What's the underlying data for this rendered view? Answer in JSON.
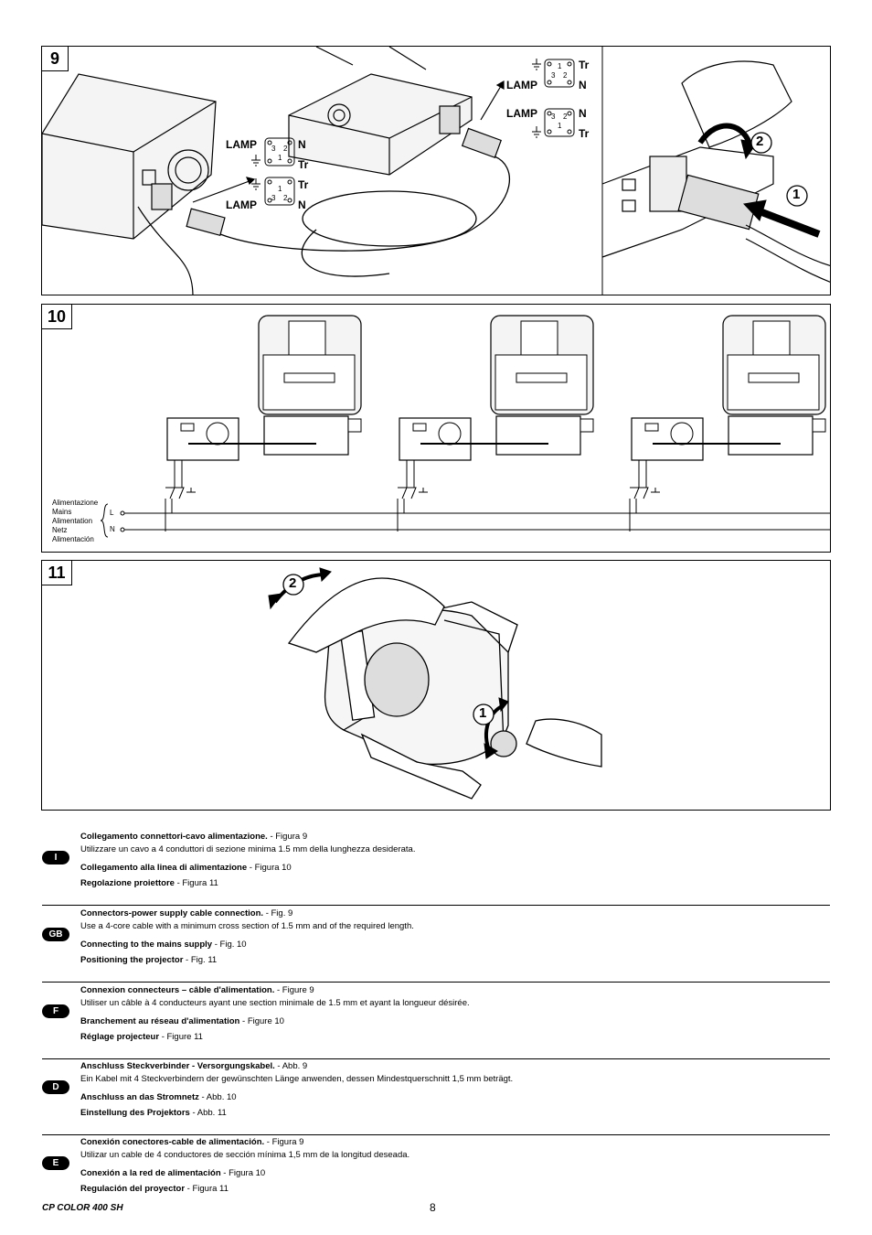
{
  "figures": {
    "fig9": {
      "number": "9",
      "labels": {
        "lamp_left_top": "LAMP",
        "n_left_top": "N",
        "tr_left_top": "Tr",
        "tr_left_bottom": "Tr",
        "lamp_left_bottom": "LAMP",
        "n_left_bottom": "N",
        "tr_right_top": "Tr",
        "lamp_right_top": "LAMP",
        "n_right_top": "N",
        "lamp_right_bottom": "LAMP",
        "n_right_bottom": "N",
        "tr_right_bottom": "Tr",
        "pin3": "3",
        "pin2": "2",
        "pin1": "1",
        "step1": "1",
        "step2": "2"
      }
    },
    "fig10": {
      "number": "10",
      "mains_labels": [
        "Alimentazione",
        "Mains",
        "Alimentation",
        "Netz",
        "Alimentación"
      ],
      "line_l": "L",
      "line_n": "N"
    },
    "fig11": {
      "number": "11",
      "step1": "1",
      "step2": "2"
    }
  },
  "languages": [
    {
      "code": "I",
      "line1_bold": "Collegamento connettori-cavo alimentazione.",
      "line1_ref": " - Figura 9",
      "line1_sub": "Utilizzare un cavo a 4 conduttori di sezione minima 1.5 mm della lunghezza desiderata.",
      "line2_bold": "Collegamento alla linea di alimentazione",
      "line2_ref": " - Figura 10",
      "line3_bold": "Regolazione proiettore",
      "line3_ref": " - Figura 11"
    },
    {
      "code": "GB",
      "line1_bold": "Connectors-power supply cable connection.",
      "line1_ref": " - Fig. 9",
      "line1_sub": "Use a 4-core cable with a minimum cross section of 1.5 mm and of the required length.",
      "line2_bold": "Connecting to the mains supply",
      "line2_ref": " - Fig. 10",
      "line3_bold": "Positioning the projector",
      "line3_ref": " - Fig. 11"
    },
    {
      "code": "F",
      "line1_bold": "Connexion connecteurs – câble d'alimentation.",
      "line1_ref": " - Figure 9",
      "line1_sub": "Utiliser un câble à 4 conducteurs ayant une section minimale de 1.5 mm et ayant la longueur désirée.",
      "line2_bold": "Branchement au réseau d'alimentation",
      "line2_ref": " - Figure 10",
      "line3_bold": "Réglage projecteur",
      "line3_ref": " - Figure 11"
    },
    {
      "code": "D",
      "line1_bold": "Anschluss Steckverbinder - Versorgungskabel.",
      "line1_ref": " - Abb. 9",
      "line1_sub": "Ein Kabel mit 4 Steckverbindern der gewünschten Länge anwenden, dessen Mindestquerschnitt 1,5 mm beträgt.",
      "line2_bold": "Anschluss an das Stromnetz",
      "line2_ref": " - Abb. 10",
      "line3_bold": "Einstellung des Projektors",
      "line3_ref": " - Abb. 11"
    },
    {
      "code": "E",
      "line1_bold": "Conexión conectores-cable de alimentación.",
      "line1_ref": " - Figura 9",
      "line1_sub": "Utilizar un cable de 4 conductores de sección mínima 1,5 mm de la longitud deseada.",
      "line2_bold": "Conexión a la red de alimentación",
      "line2_ref": " - Figura 10",
      "line3_bold": "Regulación del proyector",
      "line3_ref": " - Figura 11"
    }
  ],
  "footer": {
    "model": "CP COLOR 400 SH",
    "page": "8"
  }
}
